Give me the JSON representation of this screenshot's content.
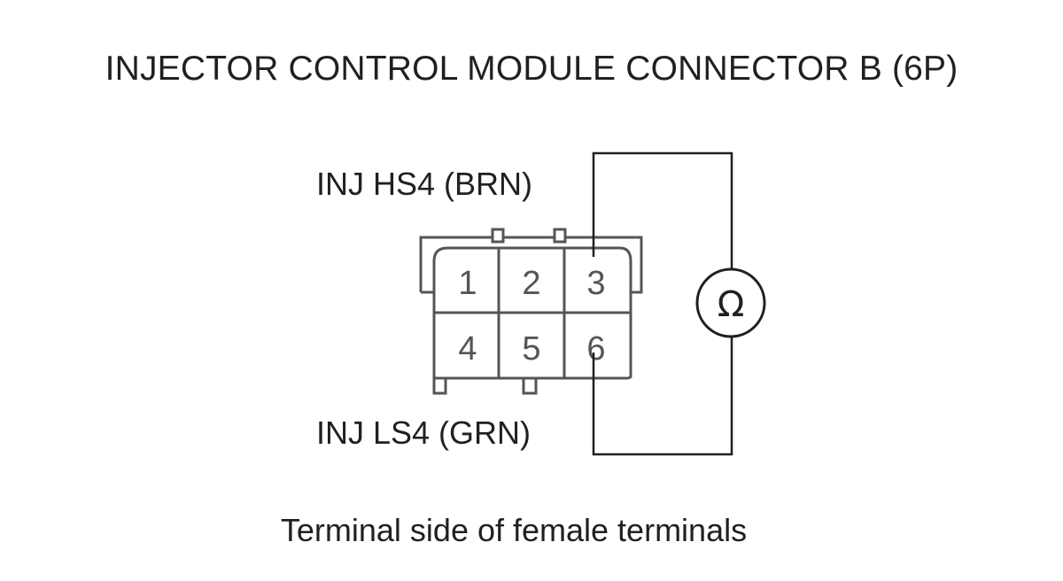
{
  "title": "INJECTOR CONTROL MODULE CONNECTOR B (6P)",
  "wires": {
    "high_side_label": "INJ HS4 (BRN)",
    "low_side_label": "INJ LS4 (GRN)"
  },
  "connector": {
    "pins": [
      "1",
      "2",
      "3",
      "4",
      "5",
      "6"
    ]
  },
  "meter": {
    "symbol": "Ω",
    "icon": "ohmmeter-icon"
  },
  "caption": "Terminal side of female terminals",
  "colors": {
    "line": "#231f20",
    "pin_text": "#555555"
  }
}
